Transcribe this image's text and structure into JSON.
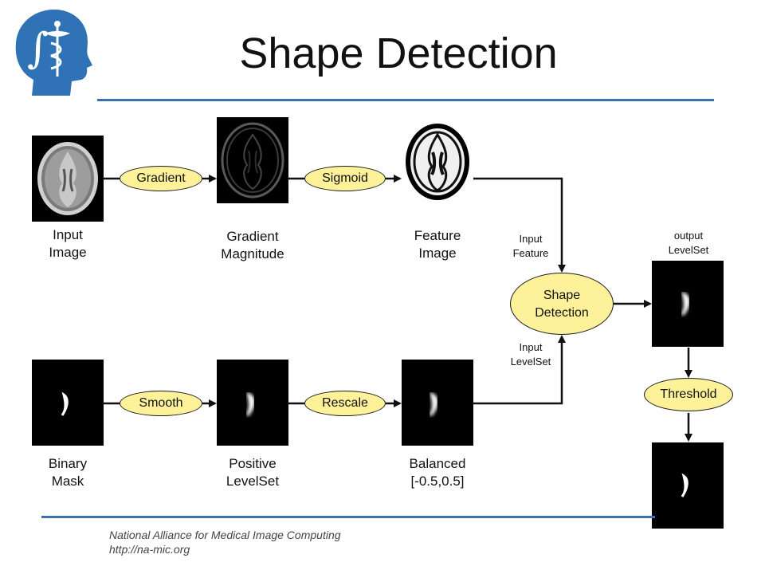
{
  "title": "Shape Detection",
  "footer": {
    "org": "National Alliance for Medical Image Computing",
    "url": "http://na-mic.org"
  },
  "images": {
    "input": [
      "Input",
      "Image"
    ],
    "gradient": [
      "Gradient",
      "Magnitude"
    ],
    "feature": [
      "Feature",
      "Image"
    ],
    "binary": [
      "Binary",
      "Mask"
    ],
    "positive": [
      "Positive",
      "LevelSet"
    ],
    "balanced": [
      "Balanced",
      "[-0.5,0.5]"
    ]
  },
  "filters": {
    "gradient": "Gradient",
    "sigmoid": "Sigmoid",
    "smooth": "Smooth",
    "rescale": "Rescale",
    "shape": [
      "Shape",
      "Detection"
    ],
    "threshold": "Threshold"
  },
  "ports": {
    "input_feature": [
      "Input",
      "Feature"
    ],
    "input_levelset": [
      "Input",
      "LevelSet"
    ],
    "output_levelset": [
      "output",
      "LevelSet"
    ]
  }
}
